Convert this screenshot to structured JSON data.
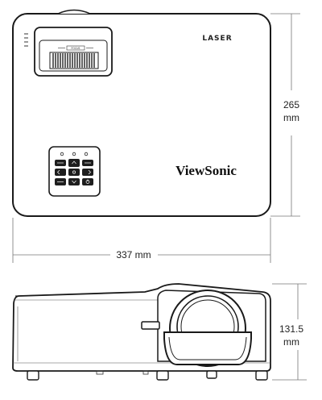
{
  "brand": "ViewSonic",
  "laser_mark": "LASER",
  "focus_label": "FOCUS",
  "dimensions": {
    "depth_value": "265",
    "depth_unit": "mm",
    "width_label": "337 mm",
    "height_value": "131.5",
    "height_unit": "mm"
  },
  "colors": {
    "line": "#1a1a1a",
    "body_fill": "#ffffff",
    "keypad_fill": "#1e1e1e",
    "dimension_line": "#777777"
  }
}
